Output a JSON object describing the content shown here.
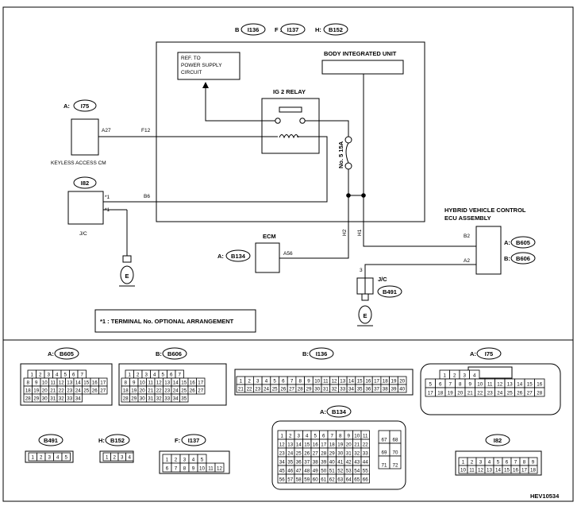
{
  "header_refs": [
    {
      "prefix": "B :",
      "code": "I136"
    },
    {
      "prefix": "F :",
      "code": "I137"
    },
    {
      "prefix": "H:",
      "code": "B152"
    }
  ],
  "labels": {
    "ref_power": [
      "REF. TO",
      "POWER SUPPLY",
      "CIRCUIT"
    ],
    "body_unit": "BODY INTEGRATED UNIT",
    "ig2_relay": "IG 2 RELAY",
    "fuse": "No. 5  15A",
    "keyless_prefix": "A:",
    "keyless_code": "I75",
    "keyless_name": "KEYLESS ACCESS CM",
    "a27": "A27",
    "f12": "F12",
    "b6": "B6",
    "jc_code": "I82",
    "jc": "J/C",
    "star1a": "*1",
    "star1b": "*1",
    "ecm_name": "ECM",
    "ecm_prefix": "A:",
    "ecm_code": "B134",
    "a56": "A56",
    "h2": "H2",
    "h1": "H1",
    "hv_title": [
      "HYBRID VEHICLE CONTROL",
      "ECU ASSEMBLY"
    ],
    "b2": "B2",
    "a2": "A2",
    "hv_a_prefix": "A:",
    "hv_a_code": "B605",
    "hv_b_prefix": "B:",
    "hv_b_code": "B606",
    "wire3": "3",
    "jc2": "J/C",
    "jc2_code": "B491",
    "ground": "E",
    "note": "*1  : TERMINAL No. OPTIONAL ARRANGEMENT",
    "figure_id": "HEV10534"
  },
  "connectors": {
    "b605": {
      "prefix": "A:",
      "code": "B605",
      "rows": [
        [
          "1",
          "2",
          "3",
          "4",
          "5",
          "6",
          "7"
        ],
        [
          "8",
          "9",
          "10",
          "11",
          "12",
          "13",
          "14",
          "15",
          "16",
          "17"
        ],
        [
          "18",
          "19",
          "20",
          "21",
          "22",
          "23",
          "24",
          "25",
          "26",
          "27"
        ],
        [
          "28",
          "29",
          "30",
          "31",
          "32",
          "33",
          "34"
        ]
      ]
    },
    "b606": {
      "prefix": "B:",
      "code": "B606",
      "rows": [
        [
          "1",
          "2",
          "3",
          "4",
          "5",
          "6",
          "7"
        ],
        [
          "8",
          "9",
          "10",
          "11",
          "12",
          "13",
          "14",
          "15",
          "16",
          "17"
        ],
        [
          "18",
          "19",
          "20",
          "21",
          "22",
          "23",
          "24",
          "25",
          "26",
          "27"
        ],
        [
          "28",
          "29",
          "30",
          "31",
          "32",
          "33",
          "34",
          "35"
        ]
      ]
    },
    "i136": {
      "prefix": "B:",
      "code": "I136",
      "rows": [
        [
          "1",
          "2",
          "3",
          "4",
          "5",
          "6",
          "7",
          "8",
          "9",
          "10",
          "11",
          "12",
          "13",
          "14",
          "15",
          "16",
          "17",
          "18",
          "19",
          "20"
        ],
        [
          "21",
          "22",
          "23",
          "24",
          "25",
          "26",
          "27",
          "28",
          "29",
          "30",
          "31",
          "32",
          "33",
          "34",
          "35",
          "36",
          "37",
          "38",
          "39",
          "40"
        ]
      ]
    },
    "i75": {
      "prefix": "A:",
      "code": "I75",
      "rows": [
        [
          "1",
          "2",
          "3",
          "4"
        ],
        [
          "5",
          "6",
          "7",
          "8",
          "9",
          "10",
          "11",
          "12",
          "13",
          "14",
          "15",
          "16"
        ],
        [
          "17",
          "18",
          "19",
          "20",
          "21",
          "22",
          "23",
          "24",
          "25",
          "26",
          "27",
          "28"
        ]
      ]
    },
    "b134": {
      "prefix": "A:",
      "code": "B134",
      "rows": [
        [
          "1",
          "2",
          "3",
          "4",
          "5",
          "6",
          "7",
          "8",
          "9",
          "10",
          "11"
        ],
        [
          "12",
          "13",
          "14",
          "15",
          "16",
          "17",
          "18",
          "19",
          "20",
          "21",
          "22"
        ],
        [
          "23",
          "24",
          "25",
          "26",
          "27",
          "28",
          "29",
          "30",
          "31",
          "32",
          "33"
        ],
        [
          "34",
          "35",
          "36",
          "37",
          "38",
          "39",
          "40",
          "41",
          "42",
          "43",
          "44"
        ],
        [
          "45",
          "46",
          "47",
          "48",
          "49",
          "50",
          "51",
          "52",
          "53",
          "54",
          "55"
        ],
        [
          "56",
          "57",
          "58",
          "59",
          "60",
          "61",
          "62",
          "63",
          "64",
          "65",
          "66"
        ]
      ],
      "side": [
        "67",
        "68",
        "69",
        "70",
        "71",
        "72"
      ]
    },
    "b491": {
      "code": "B491",
      "pins": [
        "1",
        "2",
        "3",
        "4",
        "5"
      ]
    },
    "b152": {
      "prefix": "H:",
      "code": "B152",
      "pins": [
        "1",
        "2",
        "3",
        "4"
      ]
    },
    "i137": {
      "prefix": "F:",
      "code": "I137",
      "rows": [
        [
          "1",
          "2",
          "3",
          "4",
          "5"
        ],
        [
          "6",
          "7",
          "8",
          "9",
          "10",
          "11",
          "12"
        ]
      ]
    },
    "i82": {
      "code": "I82",
      "rows": [
        [
          "1",
          "2",
          "3",
          "4",
          "5",
          "6",
          "7",
          "8",
          "9"
        ],
        [
          "10",
          "11",
          "12",
          "13",
          "14",
          "15",
          "16",
          "17",
          "18"
        ]
      ]
    }
  }
}
